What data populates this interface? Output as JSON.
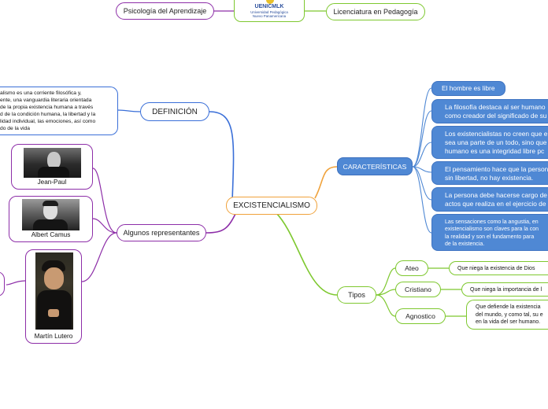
{
  "center": {
    "label": "EXCISTENCIALISMO"
  },
  "top": {
    "left_label": "Psicología del Aprendizaje",
    "right_label": "Licenciatura en Pedagogía",
    "logo": {
      "name": "UENICMLK",
      "line1": "Universidad Pedagógica",
      "line2": "Nuevo Panamericana"
    }
  },
  "definition": {
    "label": "DEFINICIÓN",
    "text": [
      "alismo es una corriente filosófica y,",
      "ente, una vanguardia literaria orientada",
      "de la propia existencia humana a través",
      "d de la condición humana, la libertad y la",
      "lidad individual, las emociones, así como",
      "do de la vida"
    ]
  },
  "representatives": {
    "label": "Algunos representantes",
    "people": [
      {
        "name": "Jean-Paul"
      },
      {
        "name": "Albert Camus"
      },
      {
        "name": "Martín Lutero"
      }
    ]
  },
  "characteristics": {
    "label": "CARACTERÍSTICAS",
    "items": [
      {
        "lines": [
          "El hombre es libre"
        ]
      },
      {
        "lines": [
          "La filosofía destaca al ser humano",
          "como creador del significado de su"
        ]
      },
      {
        "lines": [
          "Los existencialistas no creen que e",
          "sea una parte de un todo, sino que",
          "humano es una integridad libre pc"
        ]
      },
      {
        "lines": [
          "El pensamiento hace que la person",
          "sin libertad, no hay existencia."
        ]
      },
      {
        "lines": [
          "La persona debe hacerse cargo de",
          "actos que realiza en el ejercicio de"
        ]
      },
      {
        "lines": [
          "Las sensaciones como la angustia, en",
          "existencialismo son claves para la con",
          "la realidad y son el fundamento para",
          "de la existencia."
        ]
      }
    ]
  },
  "types": {
    "label": "Tipos",
    "items": [
      {
        "label": "Ateo",
        "desc": [
          "Que niega la existencia de Dios"
        ]
      },
      {
        "label": "Cristiano",
        "desc": [
          "Que niega la importancia de l"
        ]
      },
      {
        "label": "Agnostico",
        "desc": [
          "Que defiende la existencia",
          "del mundo, y como tal, su e",
          "en la vida del ser humano."
        ]
      }
    ]
  },
  "colors": {
    "definition": "#3a6fd8",
    "representatives": "#8d2ea8",
    "characteristics": "#f0a23b",
    "types": "#7ec82f",
    "box_fill": "#4f88d4"
  }
}
